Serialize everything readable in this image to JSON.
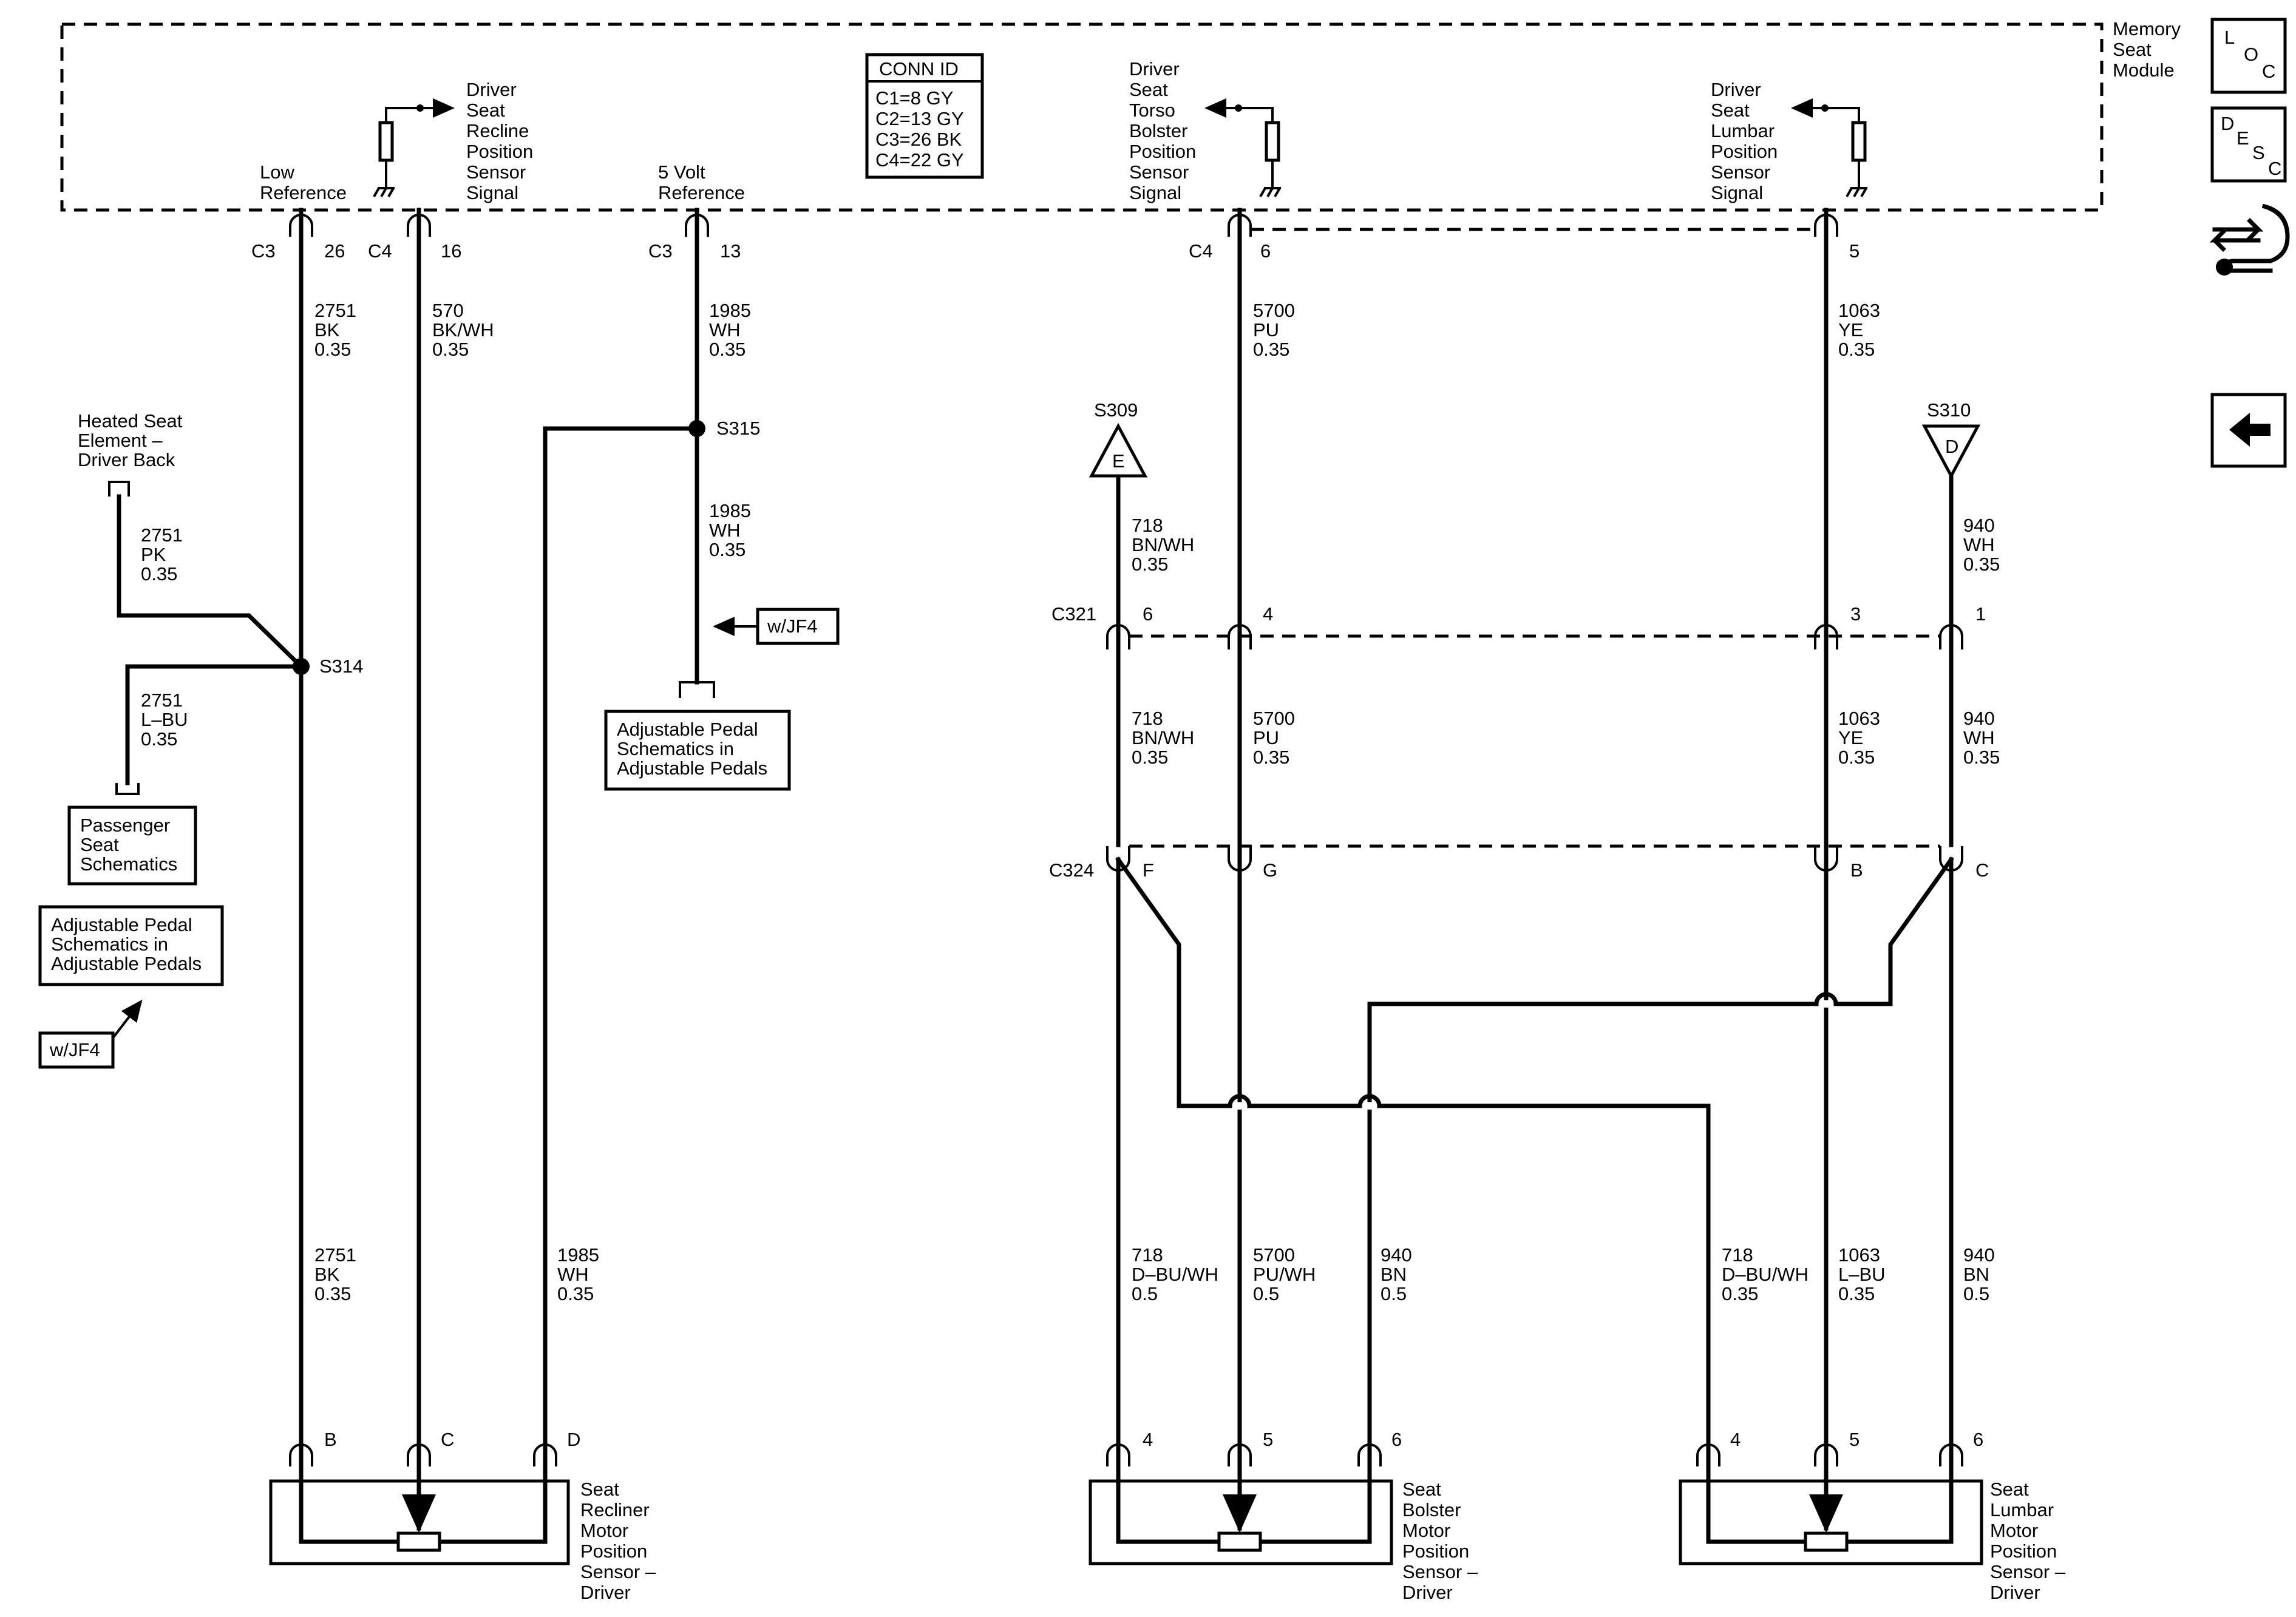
{
  "module": {
    "name": [
      "Memory",
      "Seat",
      "Module"
    ],
    "conn_id": {
      "title": "CONN ID",
      "rows": [
        "C1=8 GY",
        "C2=13 GY",
        "C3=26 BK",
        "C4=22 GY"
      ]
    },
    "signals": {
      "low_ref": [
        "Low",
        "Reference"
      ],
      "recline": [
        "Driver",
        "Seat",
        "Recline",
        "Position",
        "Sensor",
        "Signal"
      ],
      "five_volt": [
        "5 Volt",
        "Reference"
      ],
      "bolster": [
        "Driver",
        "Seat",
        "Torso",
        "Bolster",
        "Position",
        "Sensor",
        "Signal"
      ],
      "lumbar": [
        "Driver",
        "Seat",
        "Lumbar",
        "Position",
        "Sensor",
        "Signal"
      ]
    }
  },
  "side_icons": {
    "loc": {
      "icon": "loc-icon",
      "letters": [
        "L",
        "O",
        "C"
      ]
    },
    "desc": {
      "icon": "desc-icon",
      "letters": [
        "D",
        "E",
        "S",
        "C"
      ]
    },
    "connector": {
      "icon": "connector-wrench-icon"
    },
    "back": {
      "icon": "back-arrow-icon"
    }
  },
  "connectors": {
    "c3_26": {
      "conn": "C3",
      "pin": "26"
    },
    "c4_16": {
      "conn": "C4",
      "pin": "16"
    },
    "c3_13": {
      "conn": "C3",
      "pin": "13"
    },
    "c4_6": {
      "conn": "C4",
      "pin": "6"
    },
    "pin5_top": {
      "pin": "5"
    },
    "c321": {
      "conn": "C321",
      "pins": [
        "6",
        "4",
        "3",
        "1"
      ]
    },
    "c324": {
      "conn": "C324",
      "pins": [
        "F",
        "G",
        "B",
        "C"
      ]
    }
  },
  "wires": {
    "w2751_bk_top": [
      "2751",
      "BK",
      "0.35"
    ],
    "w570": [
      "570",
      "BK/WH",
      "0.35"
    ],
    "w1985_top": [
      "1985",
      "WH",
      "0.35"
    ],
    "w1985_mid": [
      "1985",
      "WH",
      "0.35"
    ],
    "w5700_top": [
      "5700",
      "PU",
      "0.35"
    ],
    "w1063_top": [
      "1063",
      "YE",
      "0.35"
    ],
    "w2751_pk": [
      "2751",
      "PK",
      "0.35"
    ],
    "w2751_lbu": [
      "2751",
      "L–BU",
      "0.35"
    ],
    "w718_bnwh_a": [
      "718",
      "BN/WH",
      "0.35"
    ],
    "w940_wh_a": [
      "940",
      "WH",
      "0.35"
    ],
    "w718_bnwh_b": [
      "718",
      "BN/WH",
      "0.35"
    ],
    "w5700_pu_b": [
      "5700",
      "PU",
      "0.35"
    ],
    "w1063_ye_b": [
      "1063",
      "YE",
      "0.35"
    ],
    "w940_wh_b": [
      "940",
      "WH",
      "0.35"
    ],
    "w2751_bk_bot": [
      "2751",
      "BK",
      "0.35"
    ],
    "w1985_bot": [
      "1985",
      "WH",
      "0.35"
    ],
    "w718_dbu_a": [
      "718",
      "D–BU/WH",
      "0.5"
    ],
    "w5700_puwh": [
      "5700",
      "PU/WH",
      "0.5"
    ],
    "w940_bn_a": [
      "940",
      "BN",
      "0.5"
    ],
    "w718_dbu_b": [
      "718",
      "D–BU/WH",
      "0.35"
    ],
    "w1063_lbu": [
      "1063",
      "L–BU",
      "0.35"
    ],
    "w940_bn_b": [
      "940",
      "BN",
      "0.5"
    ]
  },
  "splices": {
    "s314": "S314",
    "s315": "S315",
    "s309": {
      "name": "S309",
      "letter": "E"
    },
    "s310": {
      "name": "S310",
      "letter": "D"
    }
  },
  "boxes": {
    "heated_seat": [
      "Heated Seat",
      "Element –",
      "Driver Back"
    ],
    "passenger_seat": [
      "Passenger",
      "Seat",
      "Schematics"
    ],
    "adj_pedal_left": [
      "Adjustable Pedal",
      "Schematics in",
      "Adjustable Pedals"
    ],
    "adj_pedal_center": [
      "Adjustable Pedal",
      "Schematics in",
      "Adjustable Pedals"
    ],
    "wjf4_left": "w/JF4",
    "wjf4_center": "w/JF4"
  },
  "sensors": {
    "recliner": {
      "pins": [
        "B",
        "C",
        "D"
      ],
      "label": [
        "Seat",
        "Recliner",
        "Motor",
        "Position",
        "Sensor –",
        "Driver"
      ]
    },
    "bolster": {
      "pins": [
        "4",
        "5",
        "6"
      ],
      "label": [
        "Seat",
        "Bolster",
        "Motor",
        "Position",
        "Sensor –",
        "Driver"
      ]
    },
    "lumbar": {
      "pins": [
        "4",
        "5",
        "6"
      ],
      "label": [
        "Seat",
        "Lumbar",
        "Motor",
        "Position",
        "Sensor –",
        "Driver"
      ]
    }
  }
}
